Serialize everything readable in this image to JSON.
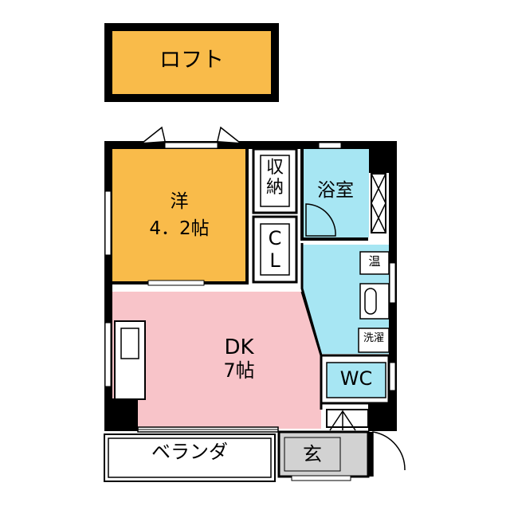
{
  "rooms": {
    "loft": {
      "label": "ロフト",
      "color": "#f9bb4a"
    },
    "western_room": {
      "name": "洋",
      "size": "4．2帖",
      "color": "#f9bb4a"
    },
    "storage": {
      "label": "収\n納"
    },
    "closet": {
      "label": "C\nL"
    },
    "bathroom": {
      "label": "浴室",
      "color": "#a7e6f3"
    },
    "washroom": {
      "color": "#a7e6f3"
    },
    "water_heater": {
      "label": "温"
    },
    "washing_machine": {
      "label": "洗濯"
    },
    "toilet": {
      "label": "WC",
      "color": "#a7e6f3"
    },
    "dining_kitchen": {
      "name": "DK",
      "size": "7帖",
      "color": "#f8c4c9"
    },
    "veranda": {
      "label": "ベランダ"
    },
    "entrance": {
      "label": "玄",
      "color": "#d2d2d2"
    }
  },
  "colors": {
    "wall": "#000000",
    "floor_white": "#ffffff"
  }
}
